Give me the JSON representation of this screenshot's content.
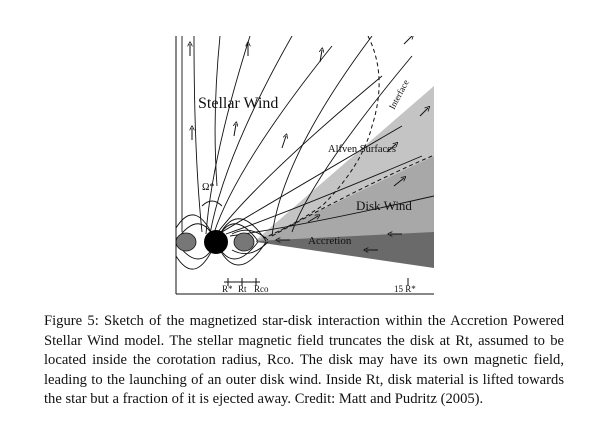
{
  "figure": {
    "labels": {
      "stellar_wind": "Stellar Wind",
      "alfven_surfaces": "Alfven Surfaces",
      "interface": "Interface",
      "disk_wind": "Disk Wind",
      "accretion": "Accretion",
      "omega_star": "Ω*"
    },
    "axis": {
      "r_star": "R*",
      "r_t": "Rt",
      "r_co": "Rco",
      "r_15": "15 R*"
    }
  },
  "caption": {
    "text": "Figure 5: Sketch of the magnetized star-disk interaction within the Accretion Powered Stellar Wind model. The stellar magnetic field truncates the disk at Rt, assumed to be located inside the corotation radius, Rco. The disk may have its own magnetic field, leading to the launching of an outer disk wind. Inside Rt, disk material is lifted towards the star but a fraction of it is ejected away. Credit: Matt and Pudritz (2005)."
  }
}
